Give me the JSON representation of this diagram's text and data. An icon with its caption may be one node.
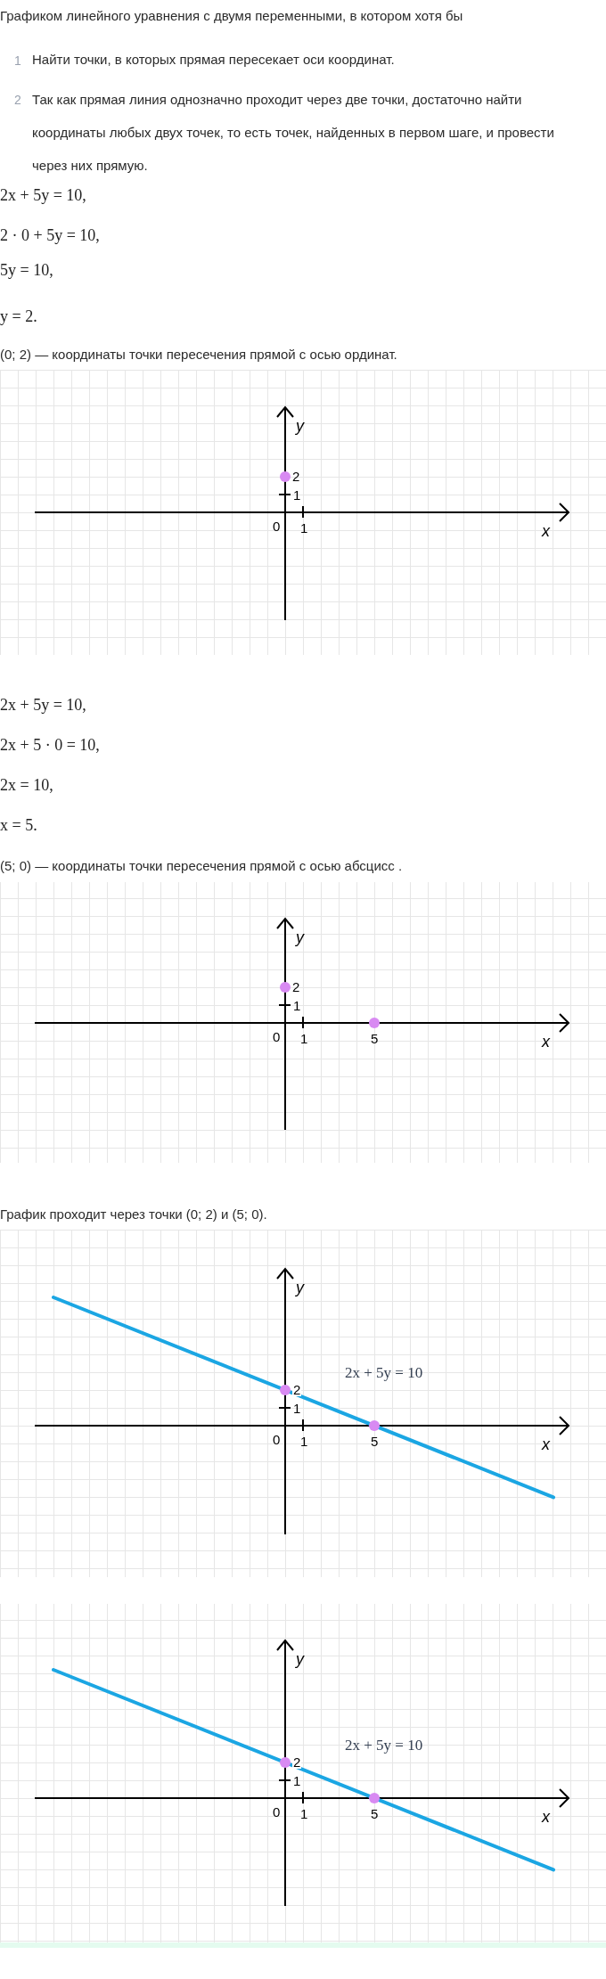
{
  "diagram": {
    "labels": [
      "Графиком линейного уравнения с двумя переменными, в котором хотя бы",
      "1",
      "Найти точки, в которых прямая пересекает оси координат.",
      "2",
      "Так как прямая линия однозначно проходит через две точки, достаточно найти координаты любых двух точек, то есть точек, найденных в первом шаге, и провести через них прямую.",
      "2x + 5y = 10,",
      "2 · 0 + 5y = 10,",
      "5y = 10,",
      "y = 2.",
      "(0; 2) — координаты точки пересечения прямой с осью ординат.",
      "y",
      "2",
      "1",
      "0",
      "1",
      "x",
      "2x + 5y = 10,",
      "2x + 5 · 0 = 10,",
      "2x = 10,",
      "x = 5.",
      "(5; 0) — координаты точки пересечения прямой с осью абсцисс .",
      "y",
      "2",
      "1",
      "0",
      "1",
      "5",
      "x",
      "График проходит через точки (0; 2) и (5; 0).",
      "y",
      "2x + 5y = 10",
      "2",
      "1",
      "0",
      "1",
      "5",
      "x",
      "y",
      "2x + 5y = 10",
      "2",
      "1",
      "0",
      "1",
      "5",
      "x"
    ]
  }
}
